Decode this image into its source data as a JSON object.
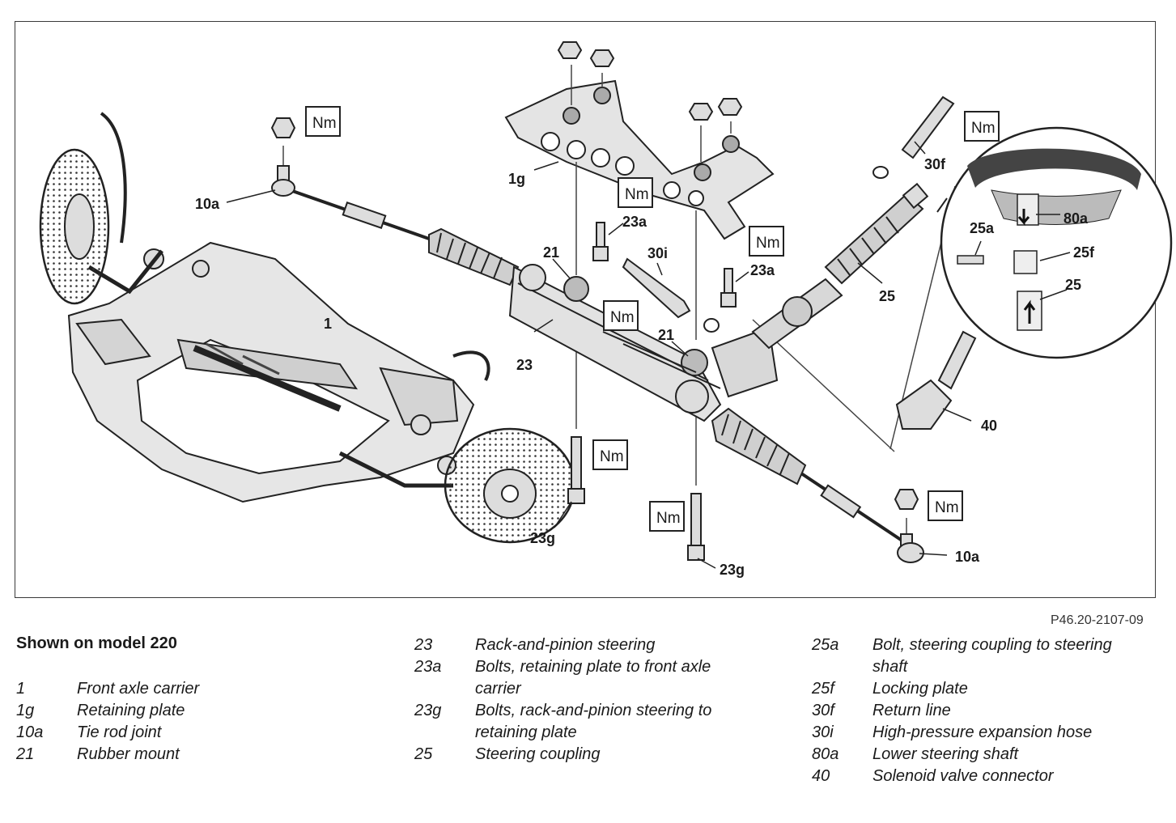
{
  "figure": {
    "reference_code": "P46.20-2107-09",
    "torque_label": "Nm",
    "callouts": {
      "c1": "1",
      "c1g": "1g",
      "c10a_left": "10a",
      "c10a_right": "10a",
      "c21_top": "21",
      "c21_mid": "21",
      "c23": "23",
      "c23a_left": "23a",
      "c23a_right": "23a",
      "c23g_left": "23g",
      "c23g_right": "23g",
      "c25": "25",
      "c25_inset": "25",
      "c25a": "25a",
      "c25f": "25f",
      "c30f": "30f",
      "c30i": "30i",
      "c40": "40",
      "c80a": "80a"
    }
  },
  "legend": {
    "title": "Shown on model 220",
    "columns": [
      [
        {
          "code": "1",
          "text": "Front axle carrier"
        },
        {
          "code": "1g",
          "text": "Retaining plate"
        },
        {
          "code": "10a",
          "text": "Tie rod joint"
        },
        {
          "code": "21",
          "text": "Rubber mount"
        }
      ],
      [
        {
          "code": "23",
          "text": "Rack-and-pinion steering"
        },
        {
          "code": "23a",
          "text": "Bolts, retaining plate to front axle carrier"
        },
        {
          "code": "23g",
          "text": "Bolts, rack-and-pinion steering to retaining plate"
        },
        {
          "code": "25",
          "text": "Steering coupling"
        }
      ],
      [
        {
          "code": "25a",
          "text": "Bolt, steering coupling to steering shaft"
        },
        {
          "code": "25f",
          "text": "Locking plate"
        },
        {
          "code": "30f",
          "text": "Return line"
        },
        {
          "code": "30i",
          "text": "High-pressure expansion hose"
        },
        {
          "code": "80a",
          "text": "Lower steering shaft"
        },
        {
          "code": "40",
          "text": "Solenoid valve connector"
        }
      ]
    ]
  }
}
